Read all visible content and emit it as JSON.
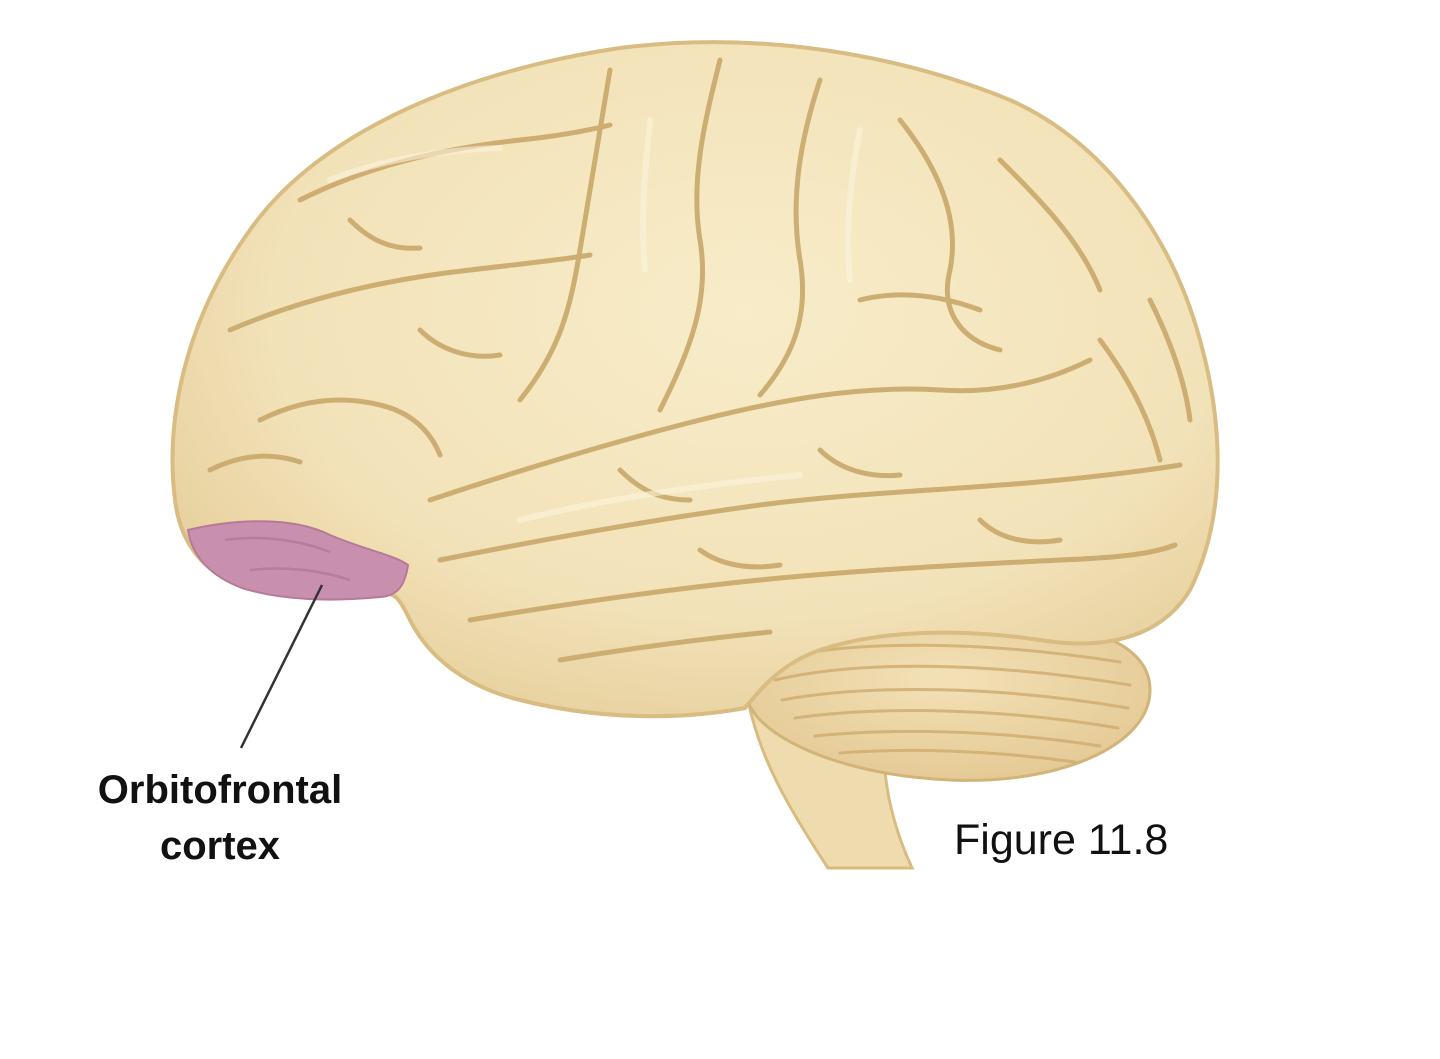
{
  "figure": {
    "caption": "Figure 11.8",
    "structure_icon": "brain-lateral-view",
    "highlighted_region": {
      "label_line1": "Orbitofrontal",
      "label_line2": "cortex",
      "color": "#c98fae"
    },
    "colors": {
      "brain_fill": "#f2e2b8",
      "brain_shade": "#e3c993",
      "sulcus_stroke": "#c9a86a",
      "leader_line": "#333333",
      "text": "#111111",
      "background": "#ffffff"
    }
  }
}
